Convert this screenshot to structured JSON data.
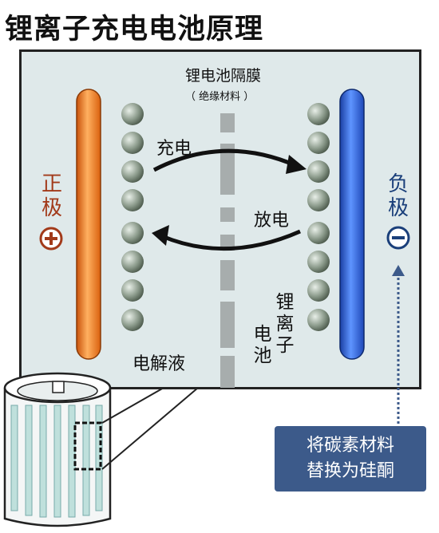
{
  "title": "锂离子充电电池原理",
  "separator": {
    "label": "锂电池隔膜",
    "sublabel": "（ 绝缘材料 ）"
  },
  "positive": {
    "label": "正极",
    "sign": "+"
  },
  "negative": {
    "label": "负极",
    "sign": "−"
  },
  "charge_label": "充电",
  "discharge_label": "放电",
  "electrolyte_label": "电解液",
  "battery_label_col1": "锂离子",
  "battery_label_col2": "电池",
  "callout": {
    "line1": "将碳素材料",
    "line2": "替换为硅酮"
  },
  "colors": {
    "positive_electrode": "#f07a1c",
    "negative_electrode": "#2459c9",
    "callout_bg": "#3c5a8a"
  },
  "ions_per_side": 8
}
